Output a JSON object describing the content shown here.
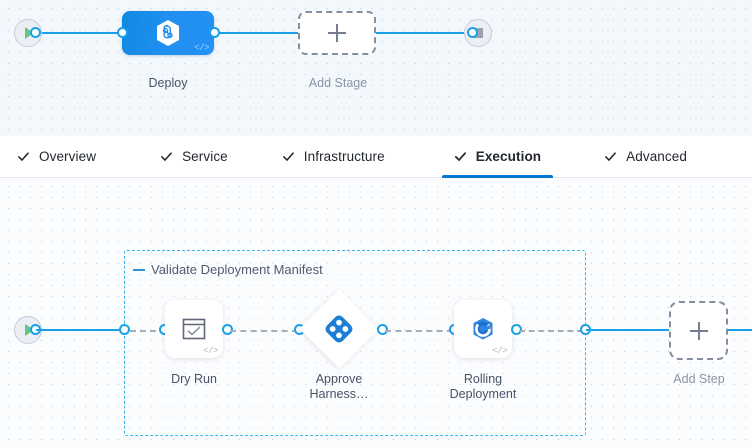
{
  "stage_canvas": {
    "start_node": {
      "icon": "play-icon"
    },
    "end_node": {
      "icon": "stop-icon"
    },
    "stage": {
      "label": "Deploy",
      "icon": "harness-hexagon-icon",
      "code_badge": "</>",
      "color": "#1f8ff0"
    },
    "add_stage": {
      "label": "Add Stage",
      "icon": "plus-icon"
    }
  },
  "tabs": {
    "items": [
      {
        "label": "Overview",
        "icon": "check-icon",
        "active": false
      },
      {
        "label": "Service",
        "icon": "check-icon",
        "active": false
      },
      {
        "label": "Infrastructure",
        "icon": "check-icon",
        "active": false
      },
      {
        "label": "Execution",
        "icon": "check-icon",
        "active": true
      },
      {
        "label": "Advanced",
        "icon": "check-icon",
        "active": false
      }
    ],
    "active_color": "#0278d5"
  },
  "execution_canvas": {
    "start_node": {
      "icon": "play-icon"
    },
    "step_group": {
      "title": "Validate Deployment Manifest",
      "collapse_icon": "minus-icon",
      "border_color": "#36b5ef",
      "steps": [
        {
          "label": "Dry Run",
          "icon": "verify-checklist-icon",
          "shape": "rounded-square",
          "code_badge": "</>"
        },
        {
          "label": "Approve Harness…",
          "icon": "harness-approval-diamond-icon",
          "shape": "diamond",
          "code_badge": ""
        },
        {
          "label": "Rolling Deployment",
          "icon": "rolling-deployment-icon",
          "shape": "rounded-square",
          "code_badge": "</>"
        }
      ]
    },
    "add_step": {
      "label": "Add Step",
      "icon": "plus-icon"
    }
  }
}
